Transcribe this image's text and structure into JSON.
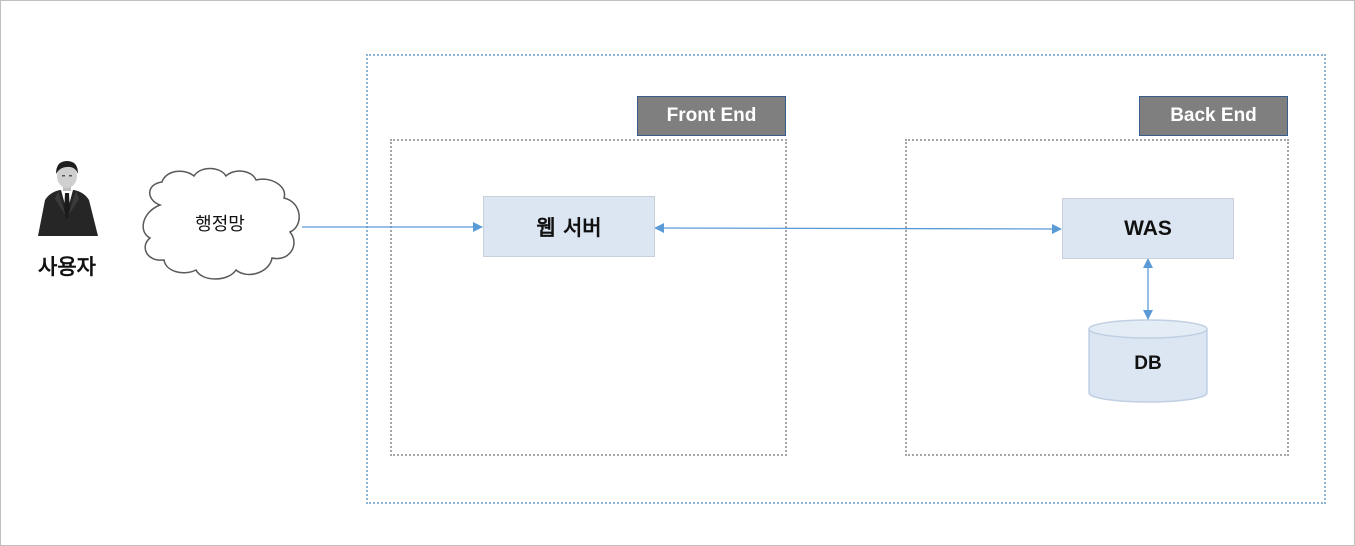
{
  "nodes": {
    "user": "사용자",
    "network": "행정망",
    "web_server": "웹 서버",
    "was": "WAS",
    "db": "DB"
  },
  "zones": {
    "front_end": "Front End",
    "back_end": "Back End"
  },
  "colors": {
    "node_fill": "#dce6f2",
    "tag_fill": "#7f7f7f",
    "arrow": "#5b9bd5",
    "outer_border": "#8db4d2",
    "inner_border": "#a6a6a6"
  }
}
